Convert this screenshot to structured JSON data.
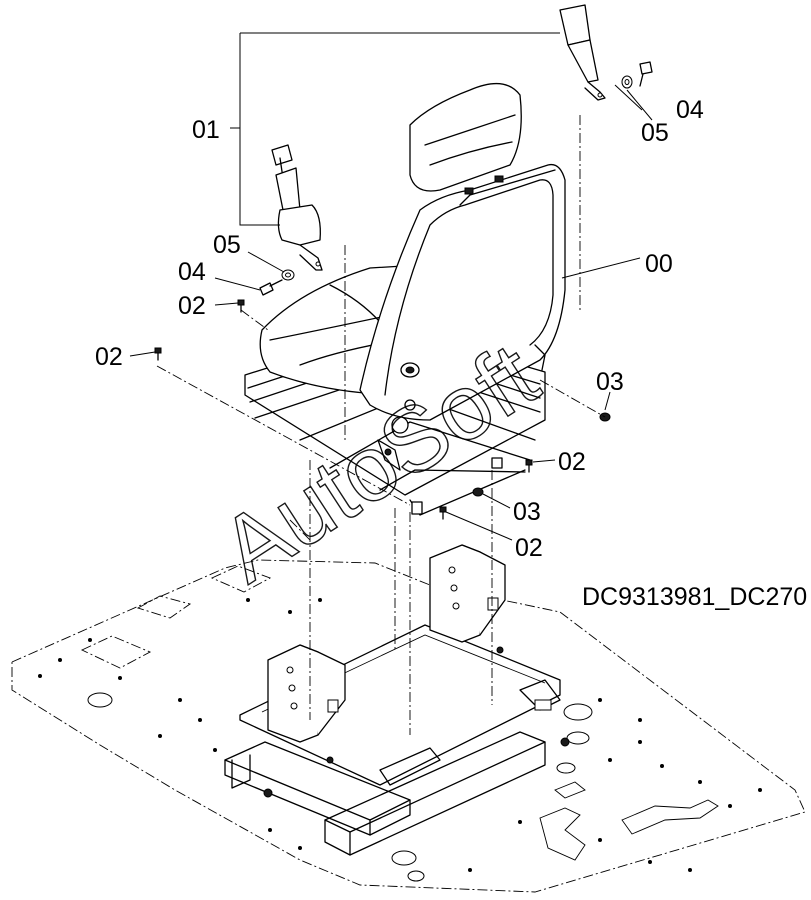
{
  "drawing": {
    "code": "DC9313981_DC270",
    "watermark": "AutoSoft"
  },
  "callouts": [
    {
      "id": "c-00",
      "label": "00"
    },
    {
      "id": "c-01",
      "label": "01"
    },
    {
      "id": "c-02a",
      "label": "02"
    },
    {
      "id": "c-02b",
      "label": "02"
    },
    {
      "id": "c-02c",
      "label": "02"
    },
    {
      "id": "c-02d",
      "label": "02"
    },
    {
      "id": "c-03a",
      "label": "03"
    },
    {
      "id": "c-03b",
      "label": "03"
    },
    {
      "id": "c-04a",
      "label": "04"
    },
    {
      "id": "c-04b",
      "label": "04"
    },
    {
      "id": "c-05a",
      "label": "05"
    },
    {
      "id": "c-05b",
      "label": "05"
    }
  ]
}
